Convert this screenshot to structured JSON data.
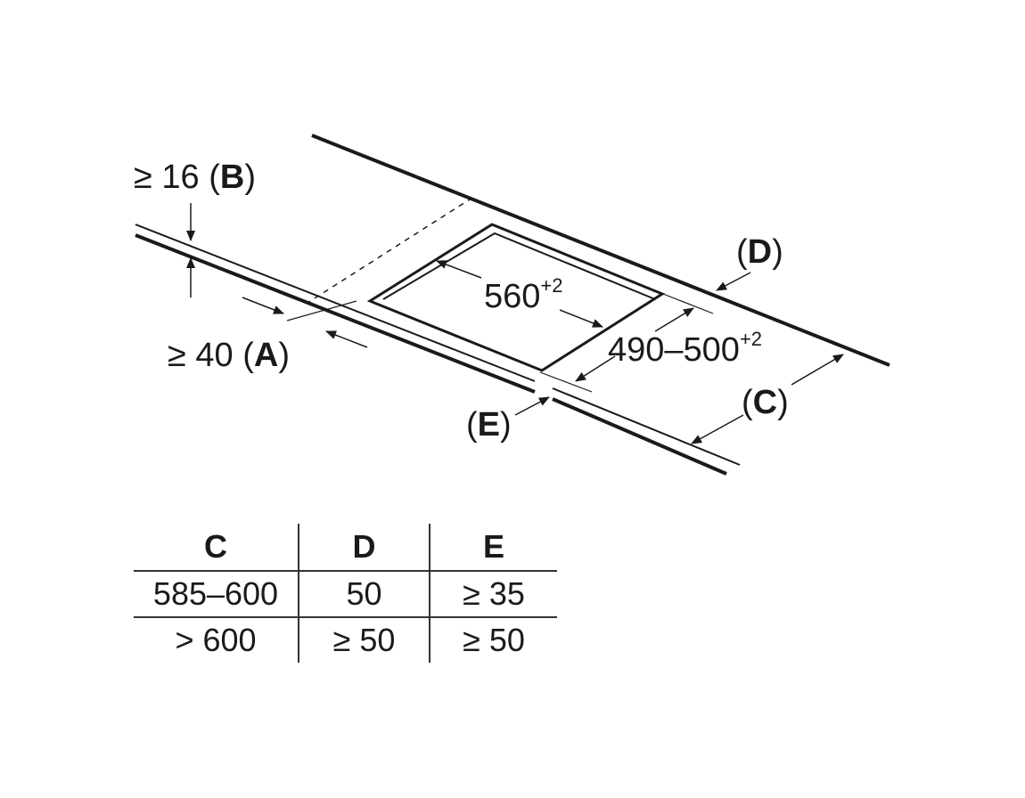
{
  "labels": {
    "b_prefix": "≥ 16 (",
    "b_letter": "B",
    "b_suffix": ")",
    "a_prefix": "≥ 40 (",
    "a_letter": "A",
    "a_suffix": ")",
    "d_open": "(",
    "d_letter": "D",
    "d_close": ")",
    "c_open": "(",
    "c_letter": "C",
    "c_close": ")",
    "e_open": "(",
    "e_letter": "E",
    "e_close": ")",
    "length_value": "560",
    "length_tol": "+2",
    "depth_value": "490–500",
    "depth_tol": "+2"
  },
  "table": {
    "headers": [
      "C",
      "D",
      "E"
    ],
    "rows": [
      [
        "585–600",
        "50",
        "≥ 35"
      ],
      [
        "> 600",
        "≥ 50",
        "≥ 50"
      ]
    ]
  },
  "colors": {
    "ink": "#1a1a1a",
    "background": "#ffffff"
  }
}
